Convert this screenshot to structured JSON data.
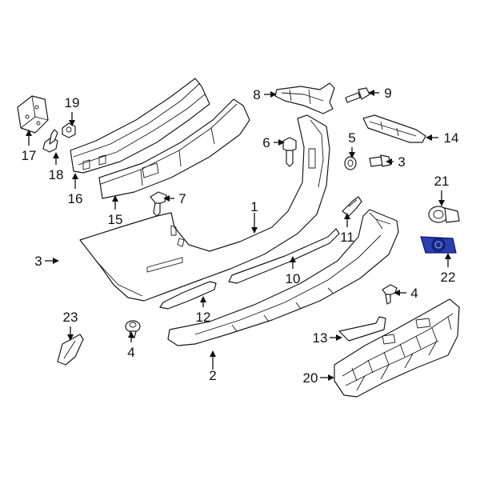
{
  "diagram": {
    "highlight_color": "#2b3fb0",
    "line_color": "#1a1a1a",
    "highlighted_part": "22",
    "callouts": {
      "c1": "1",
      "c2": "2",
      "c3a": "3",
      "c3b": "3",
      "c4a": "4",
      "c4b": "4",
      "c5": "5",
      "c6": "6",
      "c7": "7",
      "c8": "8",
      "c9": "9",
      "c10": "10",
      "c11": "11",
      "c12": "12",
      "c13": "13",
      "c14": "14",
      "c15": "15",
      "c16": "16",
      "c17": "17",
      "c18": "18",
      "c19": "19",
      "c20": "20",
      "c21": "21",
      "c22": "22",
      "c23": "23"
    }
  }
}
